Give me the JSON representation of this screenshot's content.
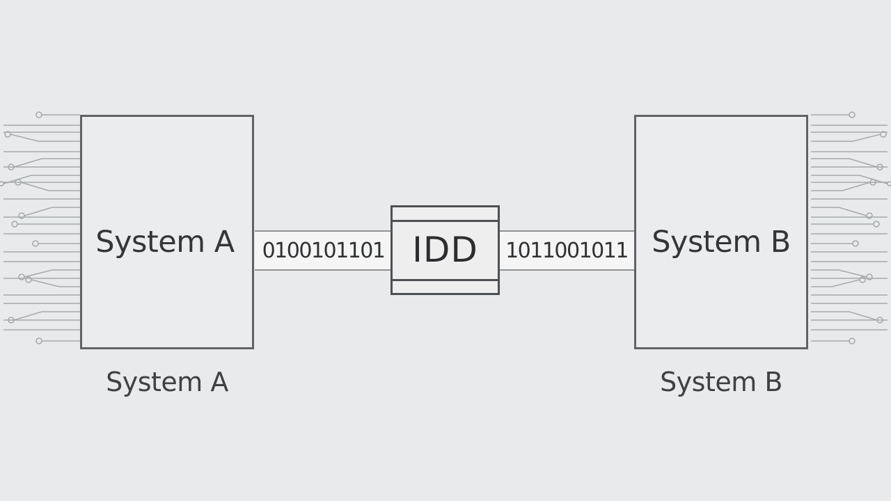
{
  "system_a": {
    "box_label": "System A",
    "caption": "System A"
  },
  "system_b": {
    "box_label": "System B",
    "caption": "System B"
  },
  "idd": {
    "label": "IDD"
  },
  "channels": {
    "left_bits": "0100101101",
    "right_bits": "1011001011"
  },
  "colors": {
    "background": "#e9eaeb",
    "box_border": "#606366",
    "circuit_trace": "#a6a9ab",
    "text": "#333537"
  },
  "decorations": {
    "left_side": "circuit-traces",
    "right_side": "circuit-traces"
  }
}
